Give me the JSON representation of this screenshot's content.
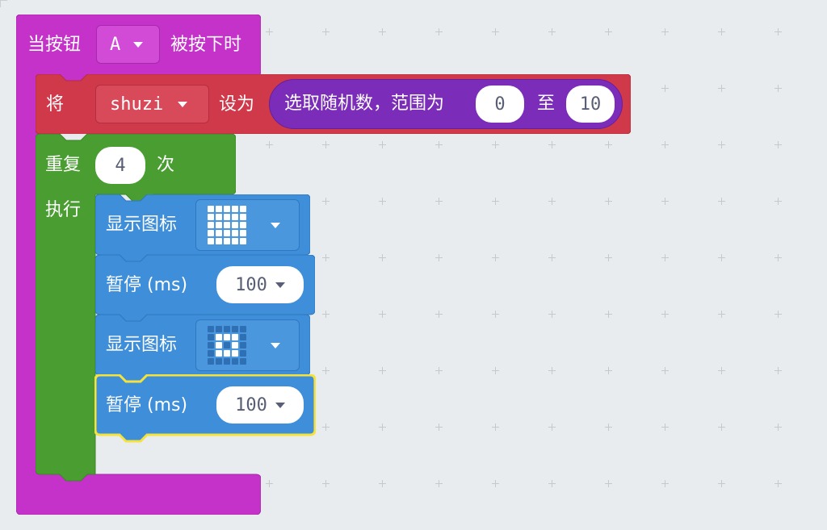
{
  "colors": {
    "event_block": "#c432c9",
    "set_block": "#d0394a",
    "random_block": "#7b2cb8",
    "loop_block": "#4a9e31",
    "basic_block": "#3e8ed9",
    "selected_outline": "#f5e33b",
    "workspace_bg": "#e9ecef"
  },
  "event_block": {
    "prefix": "当按钮",
    "button_value": "A",
    "suffix": "被按下时"
  },
  "set_block": {
    "prefix": "将",
    "variable": "shuzi",
    "middle": "设为"
  },
  "random_block": {
    "label": "选取随机数，范围为",
    "from": "0",
    "to_label": "至",
    "to": "10"
  },
  "repeat_block": {
    "repeat_label": "重复",
    "count": "4",
    "times_label": "次",
    "do_label": "执行"
  },
  "show_icon_1": {
    "label": "显示图标",
    "icon_name": "full-square-led-icon",
    "led": [
      1,
      1,
      1,
      1,
      1,
      1,
      1,
      1,
      1,
      1,
      1,
      1,
      1,
      1,
      1,
      1,
      1,
      1,
      1,
      1,
      1,
      1,
      1,
      1,
      1
    ]
  },
  "pause_1": {
    "label": "暂停 (ms)",
    "value": "100"
  },
  "show_icon_2": {
    "label": "显示图标",
    "icon_name": "small-square-led-icon",
    "led": [
      0,
      0,
      0,
      0,
      0,
      0,
      1,
      1,
      1,
      0,
      0,
      1,
      0,
      1,
      0,
      0,
      1,
      1,
      1,
      0,
      0,
      0,
      0,
      0,
      0
    ]
  },
  "pause_2": {
    "label": "暂停 (ms)",
    "value": "100"
  }
}
